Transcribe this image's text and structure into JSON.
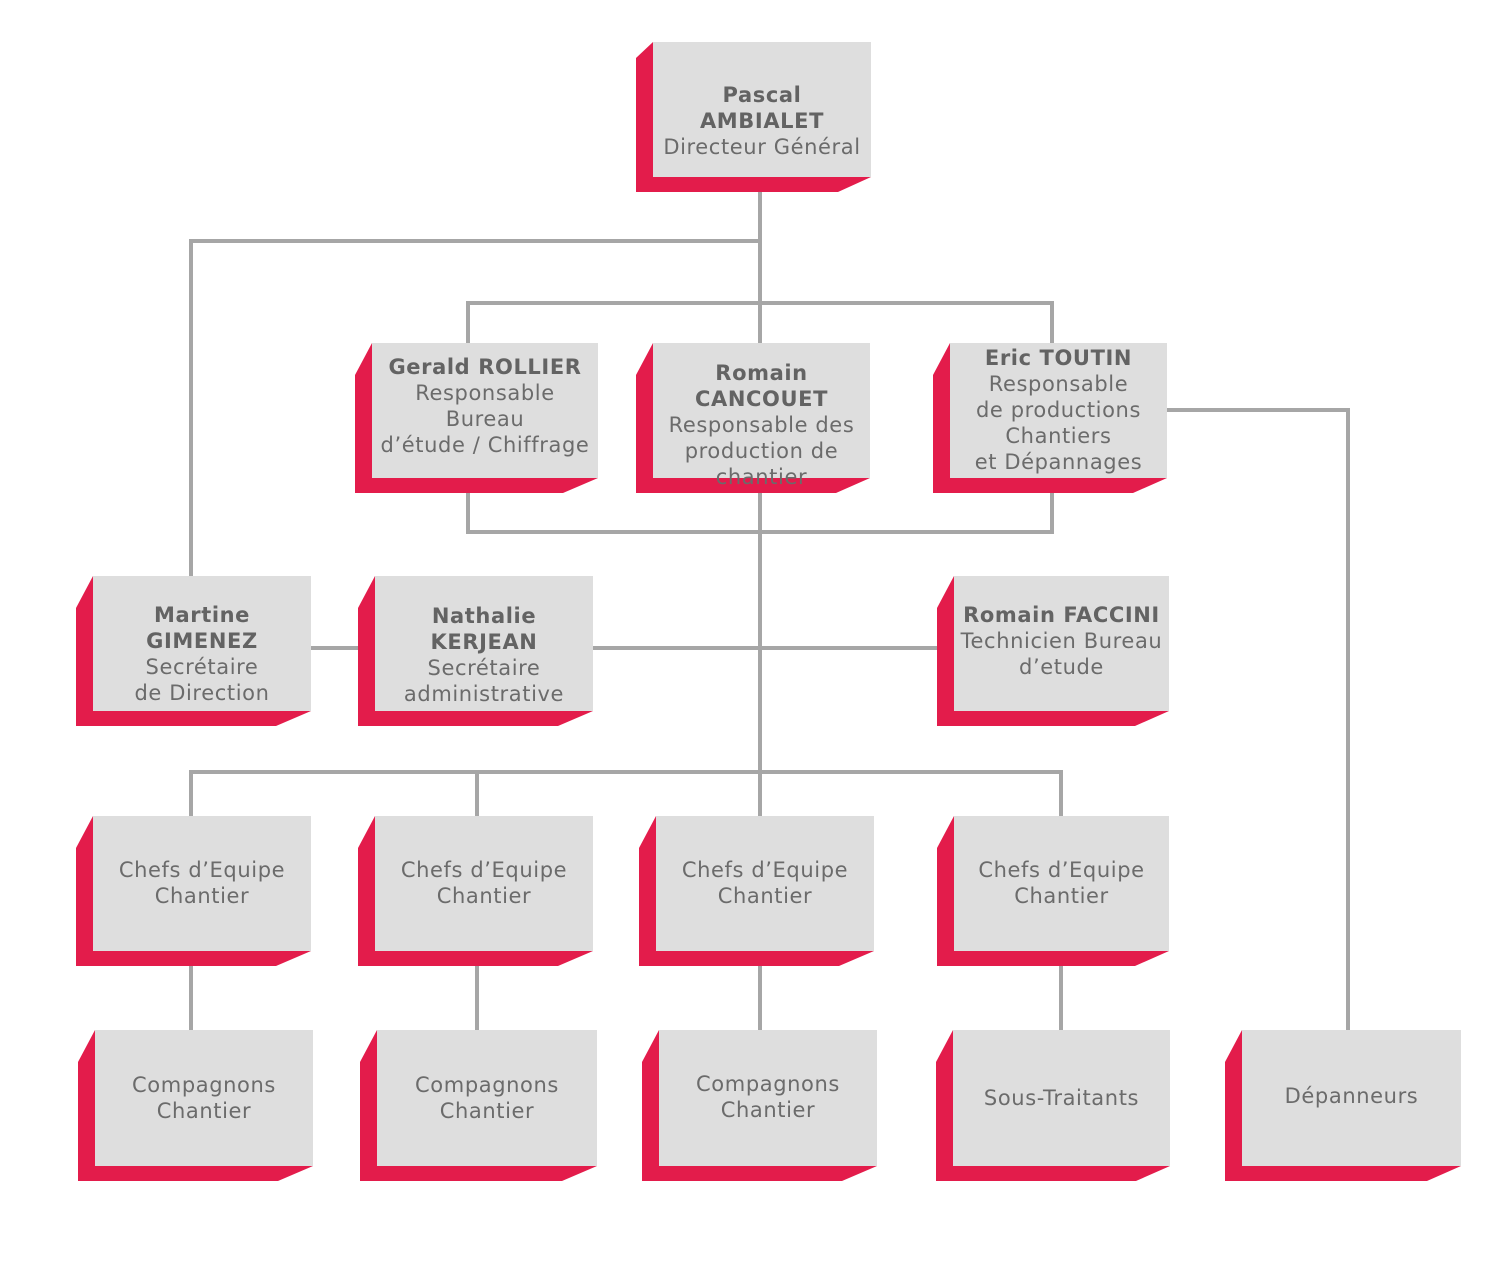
{
  "colors": {
    "accent": "#e31c4b",
    "box": "#dedede",
    "line": "#a6a6a6",
    "text": "#6b6b6b"
  },
  "nodes": {
    "ceo": {
      "name": "Pascal AMBIALET",
      "role": "Directeur Général"
    },
    "rollier": {
      "name": "Gerald ROLLIER",
      "role": "Responsable Bureau\nd’étude / Chiffrage"
    },
    "cancouet": {
      "name": "Romain CANCOUET",
      "role": "Responsable des\nproduction de\nchantier"
    },
    "toutin": {
      "name": "Eric TOUTIN",
      "role": "Responsable\nde productions\nChantiers\net Dépannages"
    },
    "gimenez": {
      "name": "Martine GIMENEZ",
      "role": "Secrétaire\nde Direction"
    },
    "kerjean": {
      "name": "Nathalie KERJEAN",
      "role": "Secrétaire\nadministrative"
    },
    "faccini": {
      "name": "Romain FACCINI",
      "role": "Technicien Bureau\nd’etude"
    },
    "chef1": {
      "role": "Chefs d’Equipe\nChantier"
    },
    "chef2": {
      "role": "Chefs d’Equipe\nChantier"
    },
    "chef3": {
      "role": "Chefs d’Equipe\nChantier"
    },
    "chef4": {
      "role": "Chefs d’Equipe\nChantier"
    },
    "comp1": {
      "role": "Compagnons\nChantier"
    },
    "comp2": {
      "role": "Compagnons\nChantier"
    },
    "comp3": {
      "role": "Compagnons\nChantier"
    },
    "sous": {
      "role": "Sous-Traitants"
    },
    "depan": {
      "role": "Dépanneurs"
    }
  }
}
